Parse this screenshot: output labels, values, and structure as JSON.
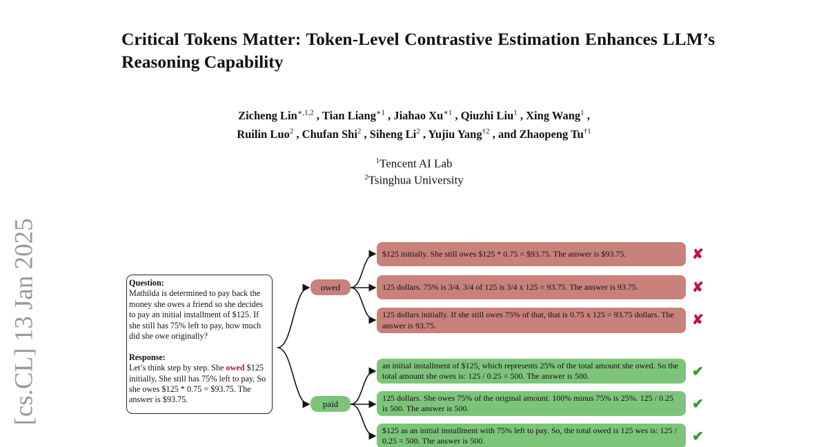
{
  "paper": {
    "title": "Critical Tokens Matter: Token-Level Contrastive Estimation Enhances LLM’s Reasoning Capability",
    "authors_line1": [
      {
        "name": "Zicheng Lin",
        "sup": "∗,1,2"
      },
      {
        "name": "Tian Liang",
        "sup": "∗1"
      },
      {
        "name": "Jiahao Xu",
        "sup": "∗1"
      },
      {
        "name": "Qiuzhi Liu",
        "sup": "1"
      },
      {
        "name": "Xing Wang",
        "sup": "1"
      }
    ],
    "authors_line2": [
      {
        "name": "Ruilin Luo",
        "sup": "2"
      },
      {
        "name": "Chufan Shi",
        "sup": "2"
      },
      {
        "name": "Siheng Li",
        "sup": "2"
      },
      {
        "name": "Yujiu Yang",
        "sup": "†2"
      },
      {
        "name": "and Zhaopeng Tu",
        "sup": "†1"
      }
    ],
    "affiliations": [
      {
        "sup": "1",
        "name": "Tencent AI Lab"
      },
      {
        "sup": "2",
        "name": "Tsinghua University"
      }
    ],
    "arxiv_stamp": "[cs.CL]  13 Jan 2025"
  },
  "figure": {
    "question_label": "Question:",
    "question": "Mathilda is determined to pay back the money she owes a friend so she decides to pay an initial installment of $125. If she still has 75% left to pay, how much did she owe originally?",
    "response_label": "Response:",
    "response_before": "Let’s think step by step. She ",
    "response_token": "owed",
    "response_after": " $125 initially, She still has 75% left to pay, So she owes $125 * 0.75 = $93.75. The answer is $93.75.",
    "branches": [
      {
        "token": "owed",
        "color": "#c9817b",
        "completions": [
          {
            "text": "$125 initially. She still owes $125 * 0.75 = $93.75. The answer is $93.75.",
            "mark": "✘"
          },
          {
            "text": "125 dollars. 75% is 3/4. 3/4 of 125 is 3/4 x 125 = 93.75. The answer is 93.75.",
            "mark": "✘"
          },
          {
            "text": "125 dollars initially. If she still owes 75% of that, that is 0.75 x 125 = 93.75 dollars. The answer is 93.75.",
            "mark": "✘"
          }
        ]
      },
      {
        "token": "paid",
        "color": "#7dc47b",
        "completions": [
          {
            "text": "an initial installment of $125, which represents 25% of the total amount she owed. So the total amount she owes is: 125 / 0.25 = 500. The answer is 500.",
            "mark": "✔"
          },
          {
            "text": "125 dollars. She owes 75% of the original amount. 100% minus 75% is 25%. 125 / 0.25 is 500. The answer is 500.",
            "mark": "✔"
          },
          {
            "text": "$125 as an initial installment with 75% left to pay. So, the total owed is 125 wes is: 125 / 0.25 = 500. The answer is 500.",
            "mark": "✔"
          }
        ]
      }
    ]
  }
}
